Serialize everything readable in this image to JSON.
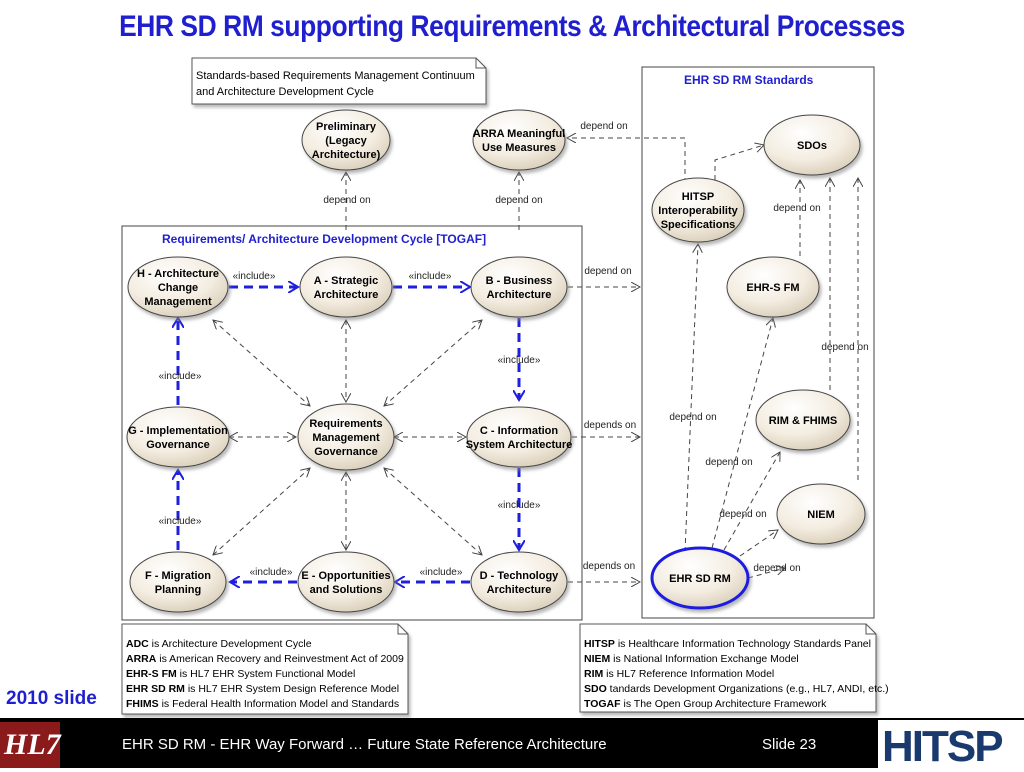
{
  "title": "EHR SD RM supporting Requirements & Architectural Processes",
  "slide_tag": "2010 slide",
  "footer": {
    "text": "EHR SD RM - EHR Way Forward  … Future State Reference Architecture",
    "slide": "Slide 23",
    "left_logo": "HL7",
    "right_logo": "HITSP"
  },
  "top_note": [
    "Standards-based Requirements Management Continuum",
    "and Architecture Development Cycle"
  ],
  "togaf_frame": "Requirements/ Architecture Development Cycle [TOGAF]",
  "standards_frame": "EHR SD RM Standards",
  "nodes": {
    "preliminary": [
      "Preliminary",
      "(Legacy",
      "Architecture)"
    ],
    "arra": [
      "ARRA Meaningful",
      "Use Measures"
    ],
    "h": [
      "H - Architecture",
      "Change",
      "Management"
    ],
    "a": [
      "A - Strategic",
      "Architecture"
    ],
    "b": [
      "B - Business",
      "Architecture"
    ],
    "g": [
      "G - Implementation",
      "Governance"
    ],
    "rmg": [
      "Requirements",
      "Management",
      "Governance"
    ],
    "c": [
      "C - Information",
      "System Architecture"
    ],
    "f": [
      "F - Migration",
      "Planning"
    ],
    "e": [
      "E - Opportunities",
      "and Solutions"
    ],
    "d": [
      "D - Technology",
      "Architecture"
    ],
    "sdos": [
      "SDOs"
    ],
    "hitsp": [
      "HITSP",
      "Interoperability",
      "Specifications"
    ],
    "ehrsfm": [
      "EHR-S FM"
    ],
    "rim": [
      "RIM & FHIMS"
    ],
    "niem": [
      "NIEM"
    ],
    "ehrsdrm": [
      "EHR SD RM"
    ]
  },
  "edge_labels": {
    "include": "«include»",
    "depend_on": "depend on",
    "depends_on": "depends on"
  },
  "legend_left": [
    {
      "term": "ADC",
      "def": " is Architecture Development Cycle"
    },
    {
      "term": "ARRA",
      "def": " is American Recovery and Reinvestment Act of 2009"
    },
    {
      "term": "EHR-S FM",
      "def": " is HL7 EHR System Functional Model"
    },
    {
      "term": "EHR SD RM",
      "def": " is HL7 EHR System Design Reference Model"
    },
    {
      "term": "FHIMS",
      "def": " is Federal Health Information Model and Standards"
    }
  ],
  "legend_right": [
    {
      "term": "HITSP",
      "def": " is Healthcare Information Technology Standards Panel"
    },
    {
      "term": "NIEM",
      "def": " is National Information Exchange Model"
    },
    {
      "term": "RIM",
      "def": " is HL7 Reference Information Model"
    },
    {
      "term": "SDO",
      "def": " tandards Development Organizations (e.g., HL7, ANDI, etc.)"
    },
    {
      "term": "TOGAF",
      "def": " is The Open Group Architecture Framework"
    }
  ]
}
